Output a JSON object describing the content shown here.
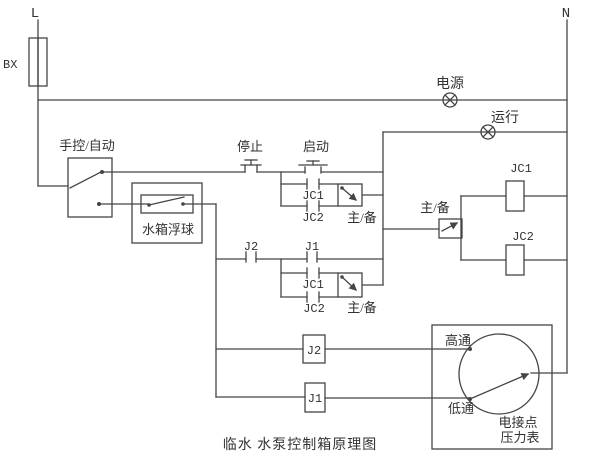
{
  "diagram": {
    "title": "临水 水泵控制箱原理图",
    "colors": {
      "line": "#454545",
      "text": "#323232",
      "background": "#ffffff"
    },
    "rails": {
      "live": "L",
      "neutral": "N"
    },
    "fuse": {
      "label": "BX"
    },
    "lamps": {
      "power": "电源",
      "run": "运行"
    },
    "mode_switch": {
      "label": "手控/自动"
    },
    "buttons": {
      "stop": "停止",
      "start": "启动"
    },
    "float_switch": {
      "label": "水箱浮球"
    },
    "contactors": {
      "jc1": "JC1",
      "jc2": "JC2"
    },
    "selector": {
      "label": "主/备"
    },
    "relays": {
      "j1": "J1",
      "j2": "J2"
    },
    "pressure_gauge": {
      "high": "高通",
      "low": "低通",
      "name_line1": "电接点",
      "name_line2": "压力表"
    }
  }
}
